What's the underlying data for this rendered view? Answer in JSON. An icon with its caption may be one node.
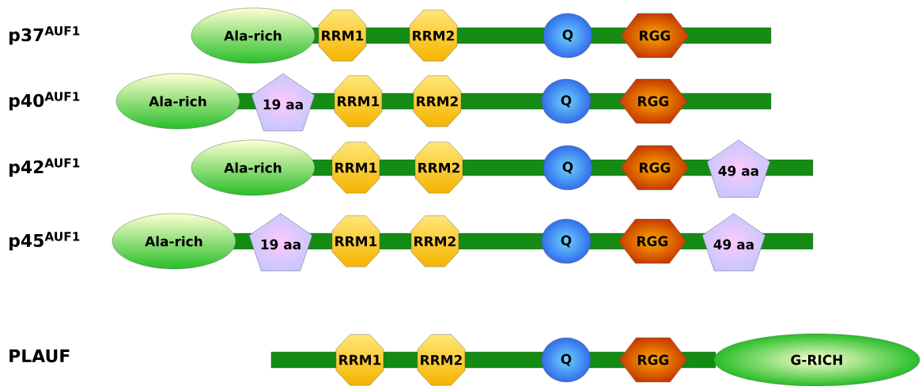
{
  "diagram": {
    "nodes": [
      {
        "text": [
          "Ala-rich"
        ]
      },
      {
        "text": [
          "RRM1"
        ]
      },
      {
        "text": [
          "RRM2"
        ]
      },
      {
        "text": [
          "Q"
        ]
      },
      {
        "text": [
          "RGG"
        ]
      },
      {
        "text": [
          "Ala-rich"
        ]
      },
      {
        "text": [
          "19 aa"
        ]
      },
      {
        "text": [
          "RRM1"
        ]
      },
      {
        "text": [
          "RRM2"
        ]
      },
      {
        "text": [
          "Q"
        ]
      },
      {
        "text": [
          "RGG"
        ]
      },
      {
        "text": [
          "Ala-rich"
        ]
      },
      {
        "text": [
          "RRM1"
        ]
      },
      {
        "text": [
          "RRM2"
        ]
      },
      {
        "text": [
          "Q"
        ]
      },
      {
        "text": [
          "RGG"
        ]
      },
      {
        "text": [
          "49 aa"
        ]
      },
      {
        "text": [
          "Ala-rich"
        ]
      },
      {
        "text": [
          "19 aa"
        ]
      },
      {
        "text": [
          "RRM1"
        ]
      },
      {
        "text": [
          "RRM2"
        ]
      },
      {
        "text": [
          "Q"
        ]
      },
      {
        "text": [
          "RGG"
        ]
      },
      {
        "text": [
          "49 aa"
        ]
      },
      {
        "text": [
          "RRM1"
        ]
      },
      {
        "text": [
          "RRM2"
        ]
      },
      {
        "text": [
          "Q"
        ]
      },
      {
        "text": [
          "RGG"
        ]
      },
      {
        "text": [
          "G-RICH"
        ]
      },
      {
        "text": [],
        "shape": "bar"
      },
      {
        "text": [],
        "shape": "bar"
      },
      {
        "text": [],
        "shape": "bar"
      },
      {
        "text": [],
        "shape": "bar"
      },
      {
        "text": [],
        "shape": "bar"
      }
    ],
    "labels": [
      "p37$^{AUF1}$",
      "p40$^{AUF1}$",
      "p42$^{AUF1}$",
      "p45$^{AUF1}$",
      "PLAUF"
    ]
  }
}
